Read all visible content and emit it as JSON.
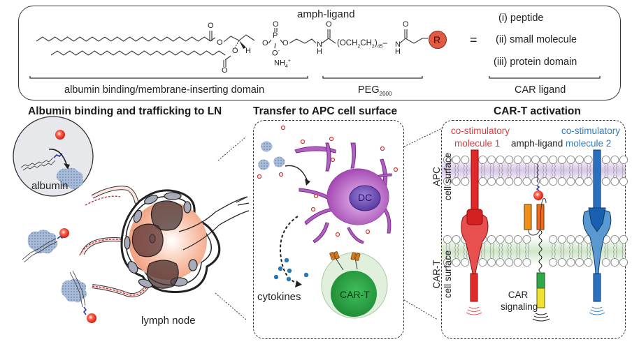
{
  "top_panel": {
    "title": "amph-ligand",
    "chem": {
      "carbonyl_o": "O",
      "ester_o": "O",
      "phosphate_o_top": "O",
      "phosphorus": "P",
      "phosphate_o_left": "O",
      "phosphate_o_right": "O",
      "phosphate_o_minus": "O",
      "minus": "-",
      "ammonium": "NH",
      "ammonium_sub": "4",
      "ammonium_sup": "+",
      "stereo_h": "H",
      "amide_n1": "N",
      "amide_h1": "H",
      "amide_n2": "N",
      "amide_h2": "H",
      "peg_repeat": "(OCH",
      "peg_sub2a": "2",
      "peg_mid": "CH",
      "peg_sub2b": "2",
      "peg_close": ")",
      "peg_n": "45",
      "dash": "–",
      "r_group": "R",
      "equals": "="
    },
    "options": [
      "(i) peptide",
      "(ii) small molecule",
      "(iii) protein domain"
    ],
    "brackets": {
      "domain1": "albumin binding/membrane-inserting domain",
      "domain2_main": "PEG",
      "domain2_sub": "2000",
      "domain3": "CAR ligand"
    }
  },
  "panel_left": {
    "title": "Albumin binding and trafficking to LN",
    "inset_label": "albumin",
    "node_label": "lymph node"
  },
  "panel_mid": {
    "title": "Transfer to APC cell surface",
    "dc_label": "DC",
    "cart_label": "CAR-T",
    "cytokines_label": "cytokines"
  },
  "panel_right": {
    "title": "CAR-T activation",
    "costim1": [
      "co-stimulatory",
      "molecule 1"
    ],
    "amph_label": "amph-ligand",
    "costim2": [
      "co-stimulatory",
      "molecule 2"
    ],
    "apc_side": [
      "APC",
      "cell surface"
    ],
    "cart_side": [
      "CAR-T",
      "cell surface"
    ],
    "car_signaling": [
      "CAR",
      "signaling"
    ]
  },
  "colors": {
    "r_group": "#e05a44",
    "costim1": "#e03a3a",
    "costim2": "#2f7cc2",
    "dc": "#a050b0",
    "cart": "#2fa84a",
    "apc_membrane": "#d9cbe8",
    "cart_membrane": "#d4e8cf"
  }
}
